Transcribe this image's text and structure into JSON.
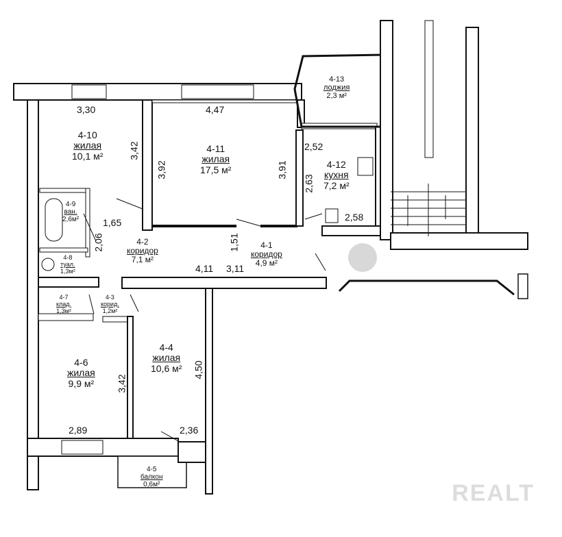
{
  "rooms": [
    {
      "id": "4-10",
      "name": "жилая",
      "area": "10,1 м²"
    },
    {
      "id": "4-11",
      "name": "жилая",
      "area": "17,5 м²"
    },
    {
      "id": "4-12",
      "name": "кухня",
      "area": "7,2 м²"
    },
    {
      "id": "4-13",
      "name": "лоджия",
      "area": "2,3 м²"
    },
    {
      "id": "4-9",
      "name": "ван.",
      "area": "2,6м²"
    },
    {
      "id": "4-8",
      "name": "туал.",
      "area": "1,3м²"
    },
    {
      "id": "4-2",
      "name": "коридор",
      "area": "7,1 м²"
    },
    {
      "id": "4-1",
      "name": "коридор",
      "area": "4,9 м²"
    },
    {
      "id": "4-7",
      "name": "клад.",
      "area": "1,3м²"
    },
    {
      "id": "4-3",
      "name": "корид.",
      "area": "1,2м²"
    },
    {
      "id": "4-6",
      "name": "жилая",
      "area": "9,9 м²"
    },
    {
      "id": "4-4",
      "name": "жилая",
      "area": "10,6 м²"
    },
    {
      "id": "4-5",
      "name": "балкон",
      "area": "0,6м²"
    }
  ],
  "dimensions": [
    "3,30",
    "4,47",
    "3,42",
    "3,92",
    "3,91",
    "2,52",
    "2,63",
    "2,58",
    "1,65",
    "2,06",
    "1,51",
    "4,11",
    "3,11",
    "3,42",
    "4,50",
    "2,89",
    "2,36"
  ],
  "watermark": "REALT"
}
